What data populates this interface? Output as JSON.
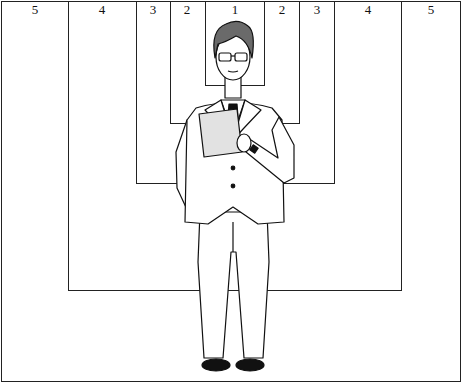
{
  "diagram": {
    "nodes": [
      {
        "text": [
          "5",
          "5"
        ]
      },
      {
        "text": [
          "4",
          "4"
        ],
        "in": 0
      },
      {
        "text": [
          "3",
          "3"
        ],
        "in": 1
      },
      {
        "text": [
          "2",
          "2"
        ],
        "in": 2
      },
      {
        "text": [
          "1"
        ],
        "in": 3
      }
    ]
  }
}
